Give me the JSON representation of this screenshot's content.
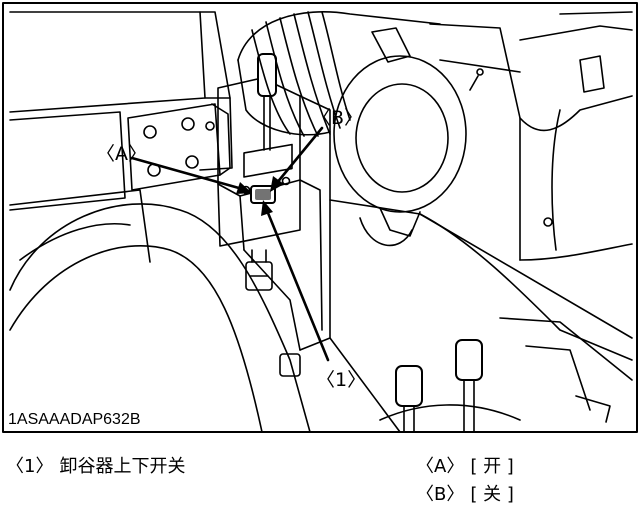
{
  "figure_code": "1ASAAADAP632B",
  "callouts": {
    "part_1": "〈1〉",
    "pos_a": "〈A〉",
    "pos_b": "〈B〉"
  },
  "legend": {
    "item1": {
      "ref": "〈1〉",
      "text": "卸谷器上下开关"
    },
    "itemA": {
      "ref": "〈A〉",
      "text": "[ 开 ]"
    },
    "itemB": {
      "ref": "〈B〉",
      "text": "[ 关 ]"
    }
  }
}
